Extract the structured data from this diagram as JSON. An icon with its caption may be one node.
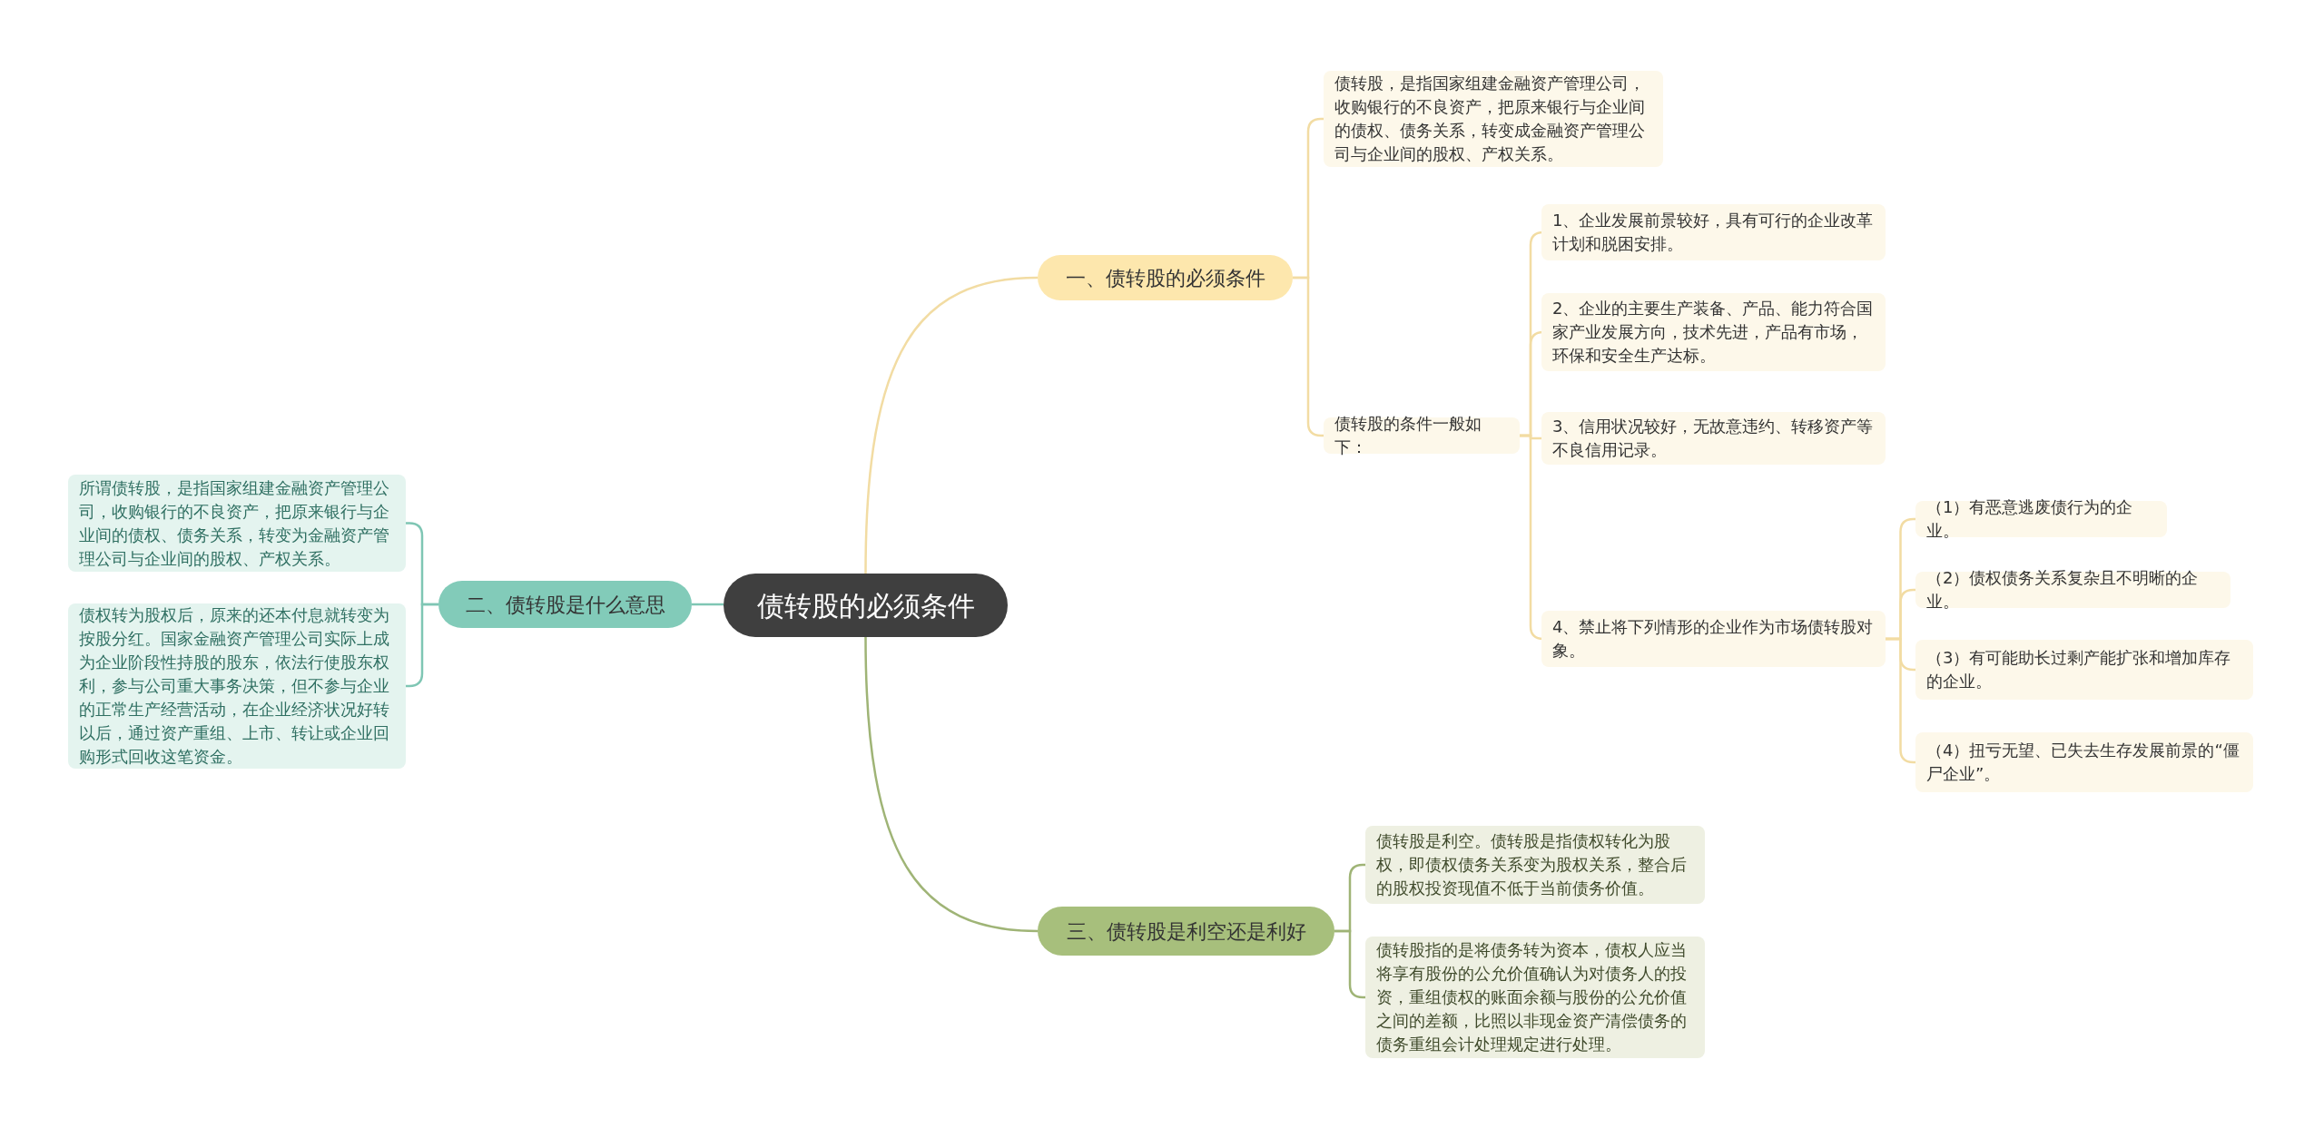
{
  "diagram": {
    "nodes": [
      {
        "text": [
          "债转股的必须条件"
        ]
      },
      {
        "text": [
          "一、债转股的必须条件"
        ]
      },
      {
        "text": [
          "债转股，是指国家组建金融资产管理公司，收购银行的不良资产，把原来银行与企业间的债权、债务关系，转变成金融资产管理公司与企业间的股权、产权关系。"
        ]
      },
      {
        "text": [
          "债转股的条件一般如下："
        ]
      },
      {
        "text": [
          "1、企业发展前景较好，具有可行的企业改革计划和脱困安排。"
        ]
      },
      {
        "text": [
          "2、企业的主要生产装备、产品、能力符合国家产业发展方向，技术先进，产品有市场，环保和安全生产达标。"
        ]
      },
      {
        "text": [
          "3、信用状况较好，无故意违约、转移资产等不良信用记录。"
        ]
      },
      {
        "text": [
          "4、禁止将下列情形的企业作为市场债转股对象。"
        ]
      },
      {
        "text": [
          "（1）有恶意逃废债行为的企业。"
        ]
      },
      {
        "text": [
          "（2）债权债务关系复杂且不明晰的企业。"
        ]
      },
      {
        "text": [
          "（3）有可能助长过剩产能扩张和增加库存的企业。"
        ]
      },
      {
        "text": [
          "（4）扭亏无望、已失去生存发展前景的“僵尸企业”。"
        ]
      },
      {
        "text": [
          "二、债转股是什么意思"
        ]
      },
      {
        "text": [
          "所谓债转股，是指国家组建金融资产管理公司，收购银行的不良资产，把原来银行与企业间的债权、债务关系，转变为金融资产管理公司与企业间的股权、产权关系。"
        ]
      },
      {
        "text": [
          "债权转为股权后，原来的还本付息就转变为按股分红。国家金融资产管理公司实际上成为企业阶段性持股的股东，依法行使股东权利，参与公司重大事务决策，但不参与企业的正常生产经营活动，在企业经济状况好转以后，通过资产重组、上市、转让或企业回购形式回收这笔资金。"
        ]
      },
      {
        "text": [
          "三、债转股是利空还是利好"
        ]
      },
      {
        "text": [
          "债转股是利空。债转股是指债权转化为股权，即债权债务关系变为股权关系，整合后的股权投资现值不低于当前债务价值。"
        ]
      },
      {
        "text": [
          "债转股指的是将债务转为资本，债权人应当将享有股份的公允价值确认为对债务人的投资，重组债权的账面余额与股份的公允价值之间的差额，比照以非现金资产清偿债务的债务重组会计处理规定进行处理。"
        ]
      }
    ],
    "edges": [
      {
        "from": 0,
        "to": 1,
        "arrow": "none"
      },
      {
        "from": 1,
        "to": 2,
        "arrow": "none"
      },
      {
        "from": 1,
        "to": 3,
        "arrow": "none"
      },
      {
        "from": 3,
        "to": 4,
        "arrow": "none"
      },
      {
        "from": 3,
        "to": 5,
        "arrow": "none"
      },
      {
        "from": 3,
        "to": 6,
        "arrow": "none"
      },
      {
        "from": 3,
        "to": 7,
        "arrow": "none"
      },
      {
        "from": 7,
        "to": 8,
        "arrow": "none"
      },
      {
        "from": 7,
        "to": 9,
        "arrow": "none"
      },
      {
        "from": 7,
        "to": 10,
        "arrow": "none"
      },
      {
        "from": 7,
        "to": 11,
        "arrow": "none"
      },
      {
        "from": 0,
        "to": 12,
        "arrow": "none",
        "color": "#7fc6b4"
      },
      {
        "from": 12,
        "to": 13,
        "arrow": "none",
        "color": "#7fc6b4"
      },
      {
        "from": 12,
        "to": 14,
        "arrow": "none",
        "color": "#7fc6b4"
      },
      {
        "from": 0,
        "to": 15,
        "arrow": "none",
        "color": "#9fb476"
      },
      {
        "from": 15,
        "to": 16,
        "arrow": "none",
        "color": "#9fb476"
      },
      {
        "from": 15,
        "to": 17,
        "arrow": "none",
        "color": "#9fb476"
      }
    ]
  }
}
